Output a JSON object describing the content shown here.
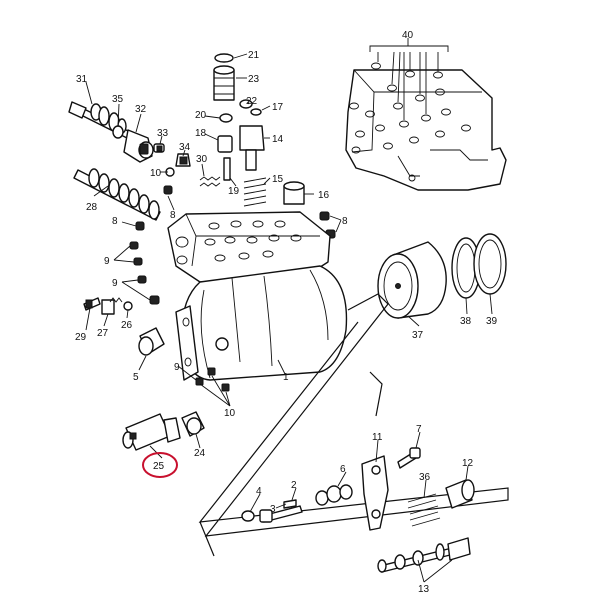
{
  "figure": {
    "highlight_color": "#c8102e",
    "highlighted_part": "25",
    "callouts": [
      "1",
      "2",
      "3",
      "4",
      "5",
      "6",
      "7",
      "8",
      "9",
      "10",
      "11",
      "12",
      "13",
      "14",
      "15",
      "16",
      "17",
      "18",
      "19",
      "20",
      "21",
      "22",
      "23",
      "24",
      "25",
      "26",
      "27",
      "28",
      "29",
      "30",
      "31",
      "32",
      "33",
      "34",
      "35",
      "36",
      "37",
      "38",
      "39",
      "40"
    ]
  }
}
